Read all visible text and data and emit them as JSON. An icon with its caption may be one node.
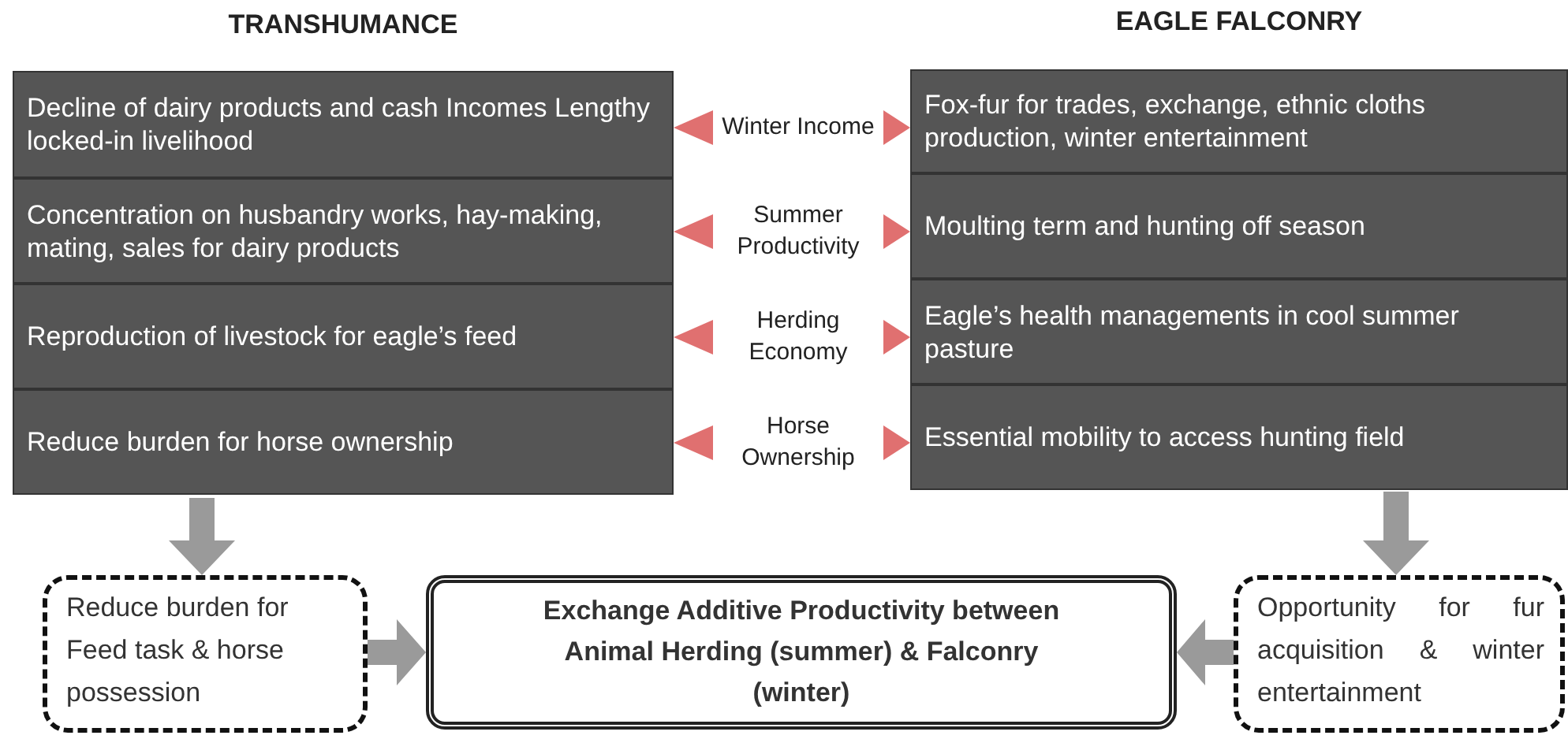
{
  "diagram": {
    "nodes": [
      {
        "text": [
          "TRANSHUMANCE"
        ]
      },
      {
        "text": [
          "Decline of dairy products and cash Incomes Lengthy locked-in livelihood"
        ],
        "in": 0
      },
      {
        "text": [
          "Concentration on husbandry works, hay-making, mating, sales for dairy products"
        ],
        "in": 0
      },
      {
        "text": [
          "Reproduction of livestock for eagle’s feed"
        ],
        "in": 0
      },
      {
        "text": [
          "Reduce burden for horse ownership"
        ],
        "in": 0
      },
      {
        "text": [
          "EAGLE FALCONRY"
        ]
      },
      {
        "text": [
          "Fox-fur for trades, exchange, ethnic cloths production, winter entertainment"
        ],
        "in": 5
      },
      {
        "text": [
          "Moulting term and hunting off season"
        ],
        "in": 5
      },
      {
        "text": [
          "Eagle’s health managements in cool summer pasture"
        ],
        "in": 5
      },
      {
        "text": [
          "Essential mobility to access hunting field"
        ],
        "in": 5
      },
      {
        "text": [
          "Winter Income"
        ]
      },
      {
        "text": [
          "Summer Productivity"
        ]
      },
      {
        "text": [
          "Herding Economy"
        ]
      },
      {
        "text": [
          "Horse Ownership"
        ]
      },
      {
        "text": [
          "Reduce burden for Feed task & horse possession"
        ]
      },
      {
        "text": [
          "Exchange Additive Productivity between Animal Herding (summer) & Falconry (winter)"
        ]
      },
      {
        "text": [
          "Opportunity for fur acquisition & winter entertainment"
        ]
      }
    ],
    "edges": [
      {
        "from": 10,
        "to": 1,
        "arrow": "to"
      },
      {
        "from": 10,
        "to": 6,
        "arrow": "to"
      },
      {
        "from": 11,
        "to": 2,
        "arrow": "to"
      },
      {
        "from": 11,
        "to": 7,
        "arrow": "to"
      },
      {
        "from": 12,
        "to": 3,
        "arrow": "to"
      },
      {
        "from": 12,
        "to": 8,
        "arrow": "to"
      },
      {
        "from": 13,
        "to": 4,
        "arrow": "to"
      },
      {
        "from": 13,
        "to": 9,
        "arrow": "to"
      },
      {
        "from": 0,
        "to": 14,
        "arrow": "to",
        "style": "thick",
        "color": "#9a9a9a"
      },
      {
        "from": 5,
        "to": 16,
        "arrow": "to",
        "style": "thick",
        "color": "#9a9a9a"
      },
      {
        "from": 14,
        "to": 15,
        "arrow": "to",
        "style": "thick",
        "color": "#9a9a9a"
      },
      {
        "from": 16,
        "to": 15,
        "arrow": "to",
        "style": "thick",
        "color": "#9a9a9a"
      }
    ]
  }
}
